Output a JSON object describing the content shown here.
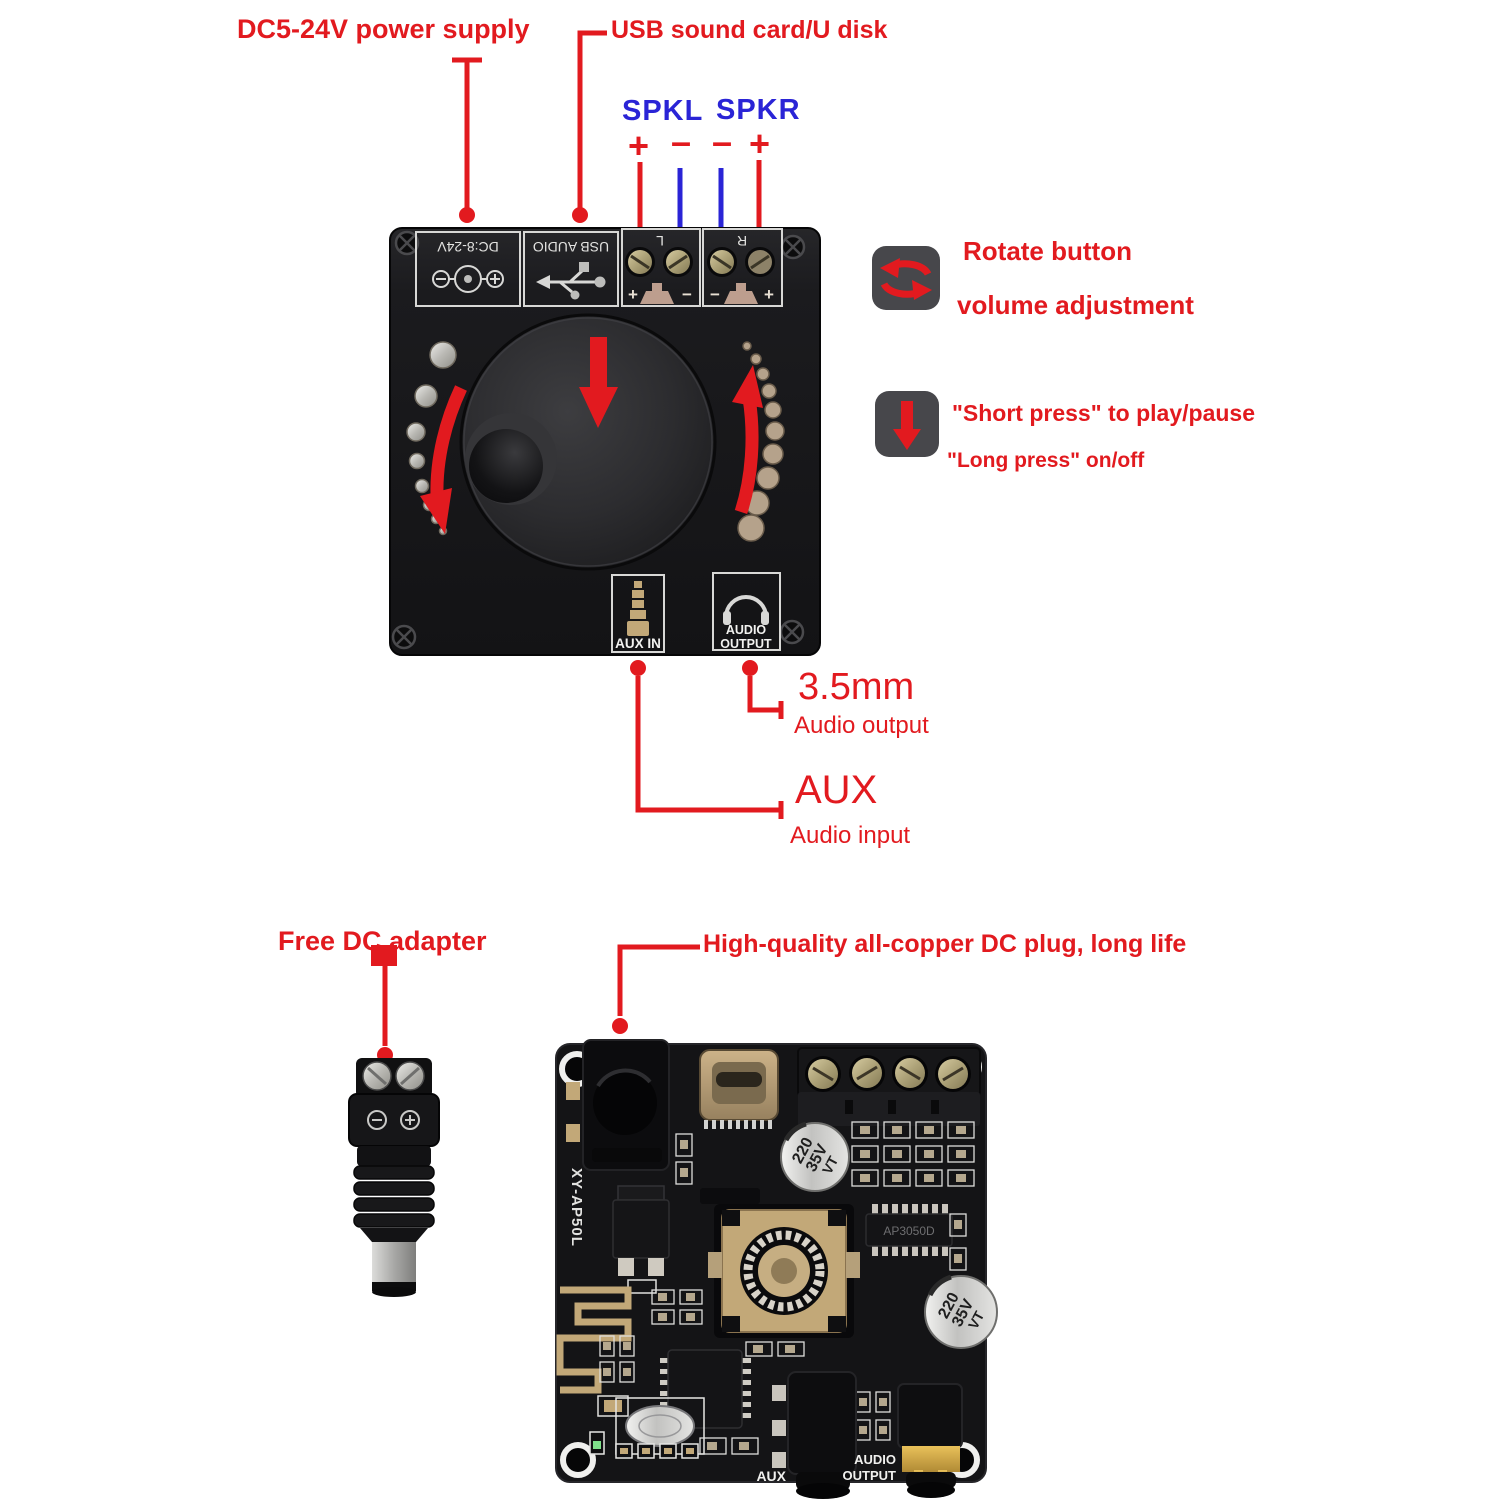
{
  "colors": {
    "annotation_red": "#e21a1f",
    "annotation_blue": "#2a24d6"
  },
  "callouts": {
    "power_supply": "DC5-24V power supply",
    "usb": "USB sound card/U disk",
    "spkl": "SPKL",
    "spkr": "SPKR",
    "terminal_signs": [
      "+",
      "–",
      "–",
      "+"
    ],
    "rotate_title": "Rotate button",
    "rotate_subtitle": "volume adjustment",
    "short_press": "\"Short press\" to play/pause",
    "long_press": "\"Long press\" on/off",
    "output_size": "3.5mm",
    "output_subtitle": "Audio output",
    "aux_title": "AUX",
    "aux_subtitle": "Audio input",
    "free_dc": "Free DC adapter",
    "dc_plug_quality": "High-quality all-copper DC plug, long life"
  },
  "amp_module": {
    "dc_port_label": "DC:8-24V",
    "usb_port_label": "USB AUDIO",
    "left_terminal_label": "L",
    "right_terminal_label": "R",
    "l_plus": "+",
    "l_minus": "−",
    "r_minus": "−",
    "r_plus": "+",
    "aux_in_label": "AUX IN",
    "audio_output_line1": "AUDIO",
    "audio_output_line2": "OUTPUT"
  },
  "pcb": {
    "model": "XY-AP50L",
    "cap_line1": "220",
    "cap_line2": "35V",
    "cap_line3": "VT",
    "amp_chip": "AP3050D",
    "aux_label": "AUX",
    "audio_output_line1": "AUDIO",
    "audio_output_line2": "OUTPUT"
  },
  "icons": {
    "rotate": "rotate-arrows-icon",
    "press": "down-arrow-icon",
    "dc_jack": "dc-jack-icon",
    "usb": "usb-icon",
    "speaker": "speaker-icon",
    "aux_plug": "aux-plug-icon",
    "headphones": "headphones-icon"
  }
}
